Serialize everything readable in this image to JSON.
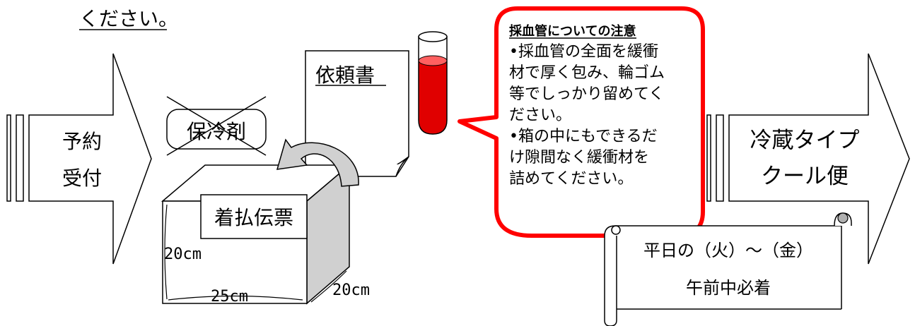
{
  "header": {
    "text": "ください。"
  },
  "reception": {
    "line1": "予約",
    "line2": "受付"
  },
  "coolant": {
    "label": "保冷剤"
  },
  "request_form": {
    "label": "依頼書"
  },
  "waybill": {
    "label": "着払伝票"
  },
  "box": {
    "height": "20cm",
    "width": "25cm",
    "depth": "20cm"
  },
  "note": {
    "title": "採血管についての注意",
    "lines": [
      "•採血管の全面を緩衝",
      "材で厚く包み、輪ゴム",
      "等でしっかり留めてく",
      "ださい。",
      "•箱の中にもできるだ",
      "け隙間なく緩衝材を",
      "詰めてください。"
    ]
  },
  "delivery": {
    "line1": "冷蔵タイプ",
    "line2": "クール便"
  },
  "schedule": {
    "line1": "平日の（火）～（金）",
    "line2": "午前中必着"
  },
  "colors": {
    "blood": "#e00000",
    "callout_border": "#ff0000",
    "box_side": "#d0d0d0"
  }
}
